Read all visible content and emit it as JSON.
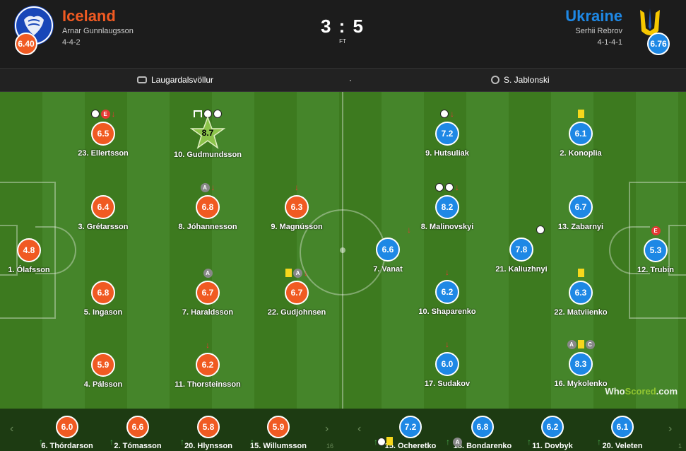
{
  "home": {
    "name": "Iceland",
    "manager": "Arnar Gunnlaugsson",
    "formation": "4-4-2",
    "rating": "6.40",
    "color": "#f05a22",
    "logo_icon": "iceland-crest-icon"
  },
  "away": {
    "name": "Ukraine",
    "manager": "Serhii Rebrov",
    "formation": "4-1-4-1",
    "rating": "6.76",
    "color": "#1e88e5",
    "logo_icon": "ukraine-trident-icon"
  },
  "score": "3 : 5",
  "status": "FT",
  "venue": "Laugardalsvöllur",
  "separator": "·",
  "referee": "S. Jablonski",
  "home_players": [
    {
      "name": "1. Ólafsson",
      "rating": "4.8"
    },
    {
      "name": "3. Grétarsson",
      "rating": "6.4"
    },
    {
      "name": "5. Ingason",
      "rating": "6.8"
    },
    {
      "name": "4. Pálsson",
      "rating": "5.9"
    },
    {
      "name": "23. Ellertsson",
      "rating": "6.5"
    },
    {
      "name": "10. Gudmundsson",
      "rating": "8.7"
    },
    {
      "name": "8. Jóhannesson",
      "rating": "6.8"
    },
    {
      "name": "7. Haraldsson",
      "rating": "6.7"
    },
    {
      "name": "11. Thorsteinsson",
      "rating": "6.2"
    },
    {
      "name": "9. Magnússon",
      "rating": "6.3"
    },
    {
      "name": "22. Gudjohnsen",
      "rating": "6.7"
    }
  ],
  "away_players": [
    {
      "name": "12. Trubin",
      "rating": "5.3"
    },
    {
      "name": "2. Konoplia",
      "rating": "6.1"
    },
    {
      "name": "13. Zabarnyi",
      "rating": "6.7"
    },
    {
      "name": "22. Matviienko",
      "rating": "6.3"
    },
    {
      "name": "16. Mykolenko",
      "rating": "8.3"
    },
    {
      "name": "21. Kaliuzhnyi",
      "rating": "7.8"
    },
    {
      "name": "9. Hutsuliak",
      "rating": "7.2"
    },
    {
      "name": "8. Malinovskyi",
      "rating": "8.2"
    },
    {
      "name": "10. Shaparenko",
      "rating": "6.2"
    },
    {
      "name": "17. Sudakov",
      "rating": "6.0"
    },
    {
      "name": "7. Vanat",
      "rating": "6.6"
    }
  ],
  "home_subs": [
    {
      "name": "6. Thórdarson",
      "rating": "6.0"
    },
    {
      "name": "2. Tómasson",
      "rating": "6.6"
    },
    {
      "name": "20. Hlynsson",
      "rating": "5.8"
    },
    {
      "name": "15. Willumsson",
      "rating": "5.9"
    }
  ],
  "home_subs_more": "16",
  "away_subs": [
    {
      "name": "15. Ocheretko",
      "rating": "7.2"
    },
    {
      "name": "18. Bondarenko",
      "rating": "6.8"
    },
    {
      "name": "11. Dovbyk",
      "rating": "6.2"
    },
    {
      "name": "20. Veleten",
      "rating": "6.1"
    }
  ],
  "away_subs_more": "1",
  "nav": {
    "prev": "‹",
    "next": "›"
  },
  "watermark": {
    "who": "Who",
    "scored": "Scored",
    "suffix": ".com"
  },
  "icon_text": {
    "E": "E",
    "A": "A",
    "C": "C",
    "ball": "⚽"
  }
}
